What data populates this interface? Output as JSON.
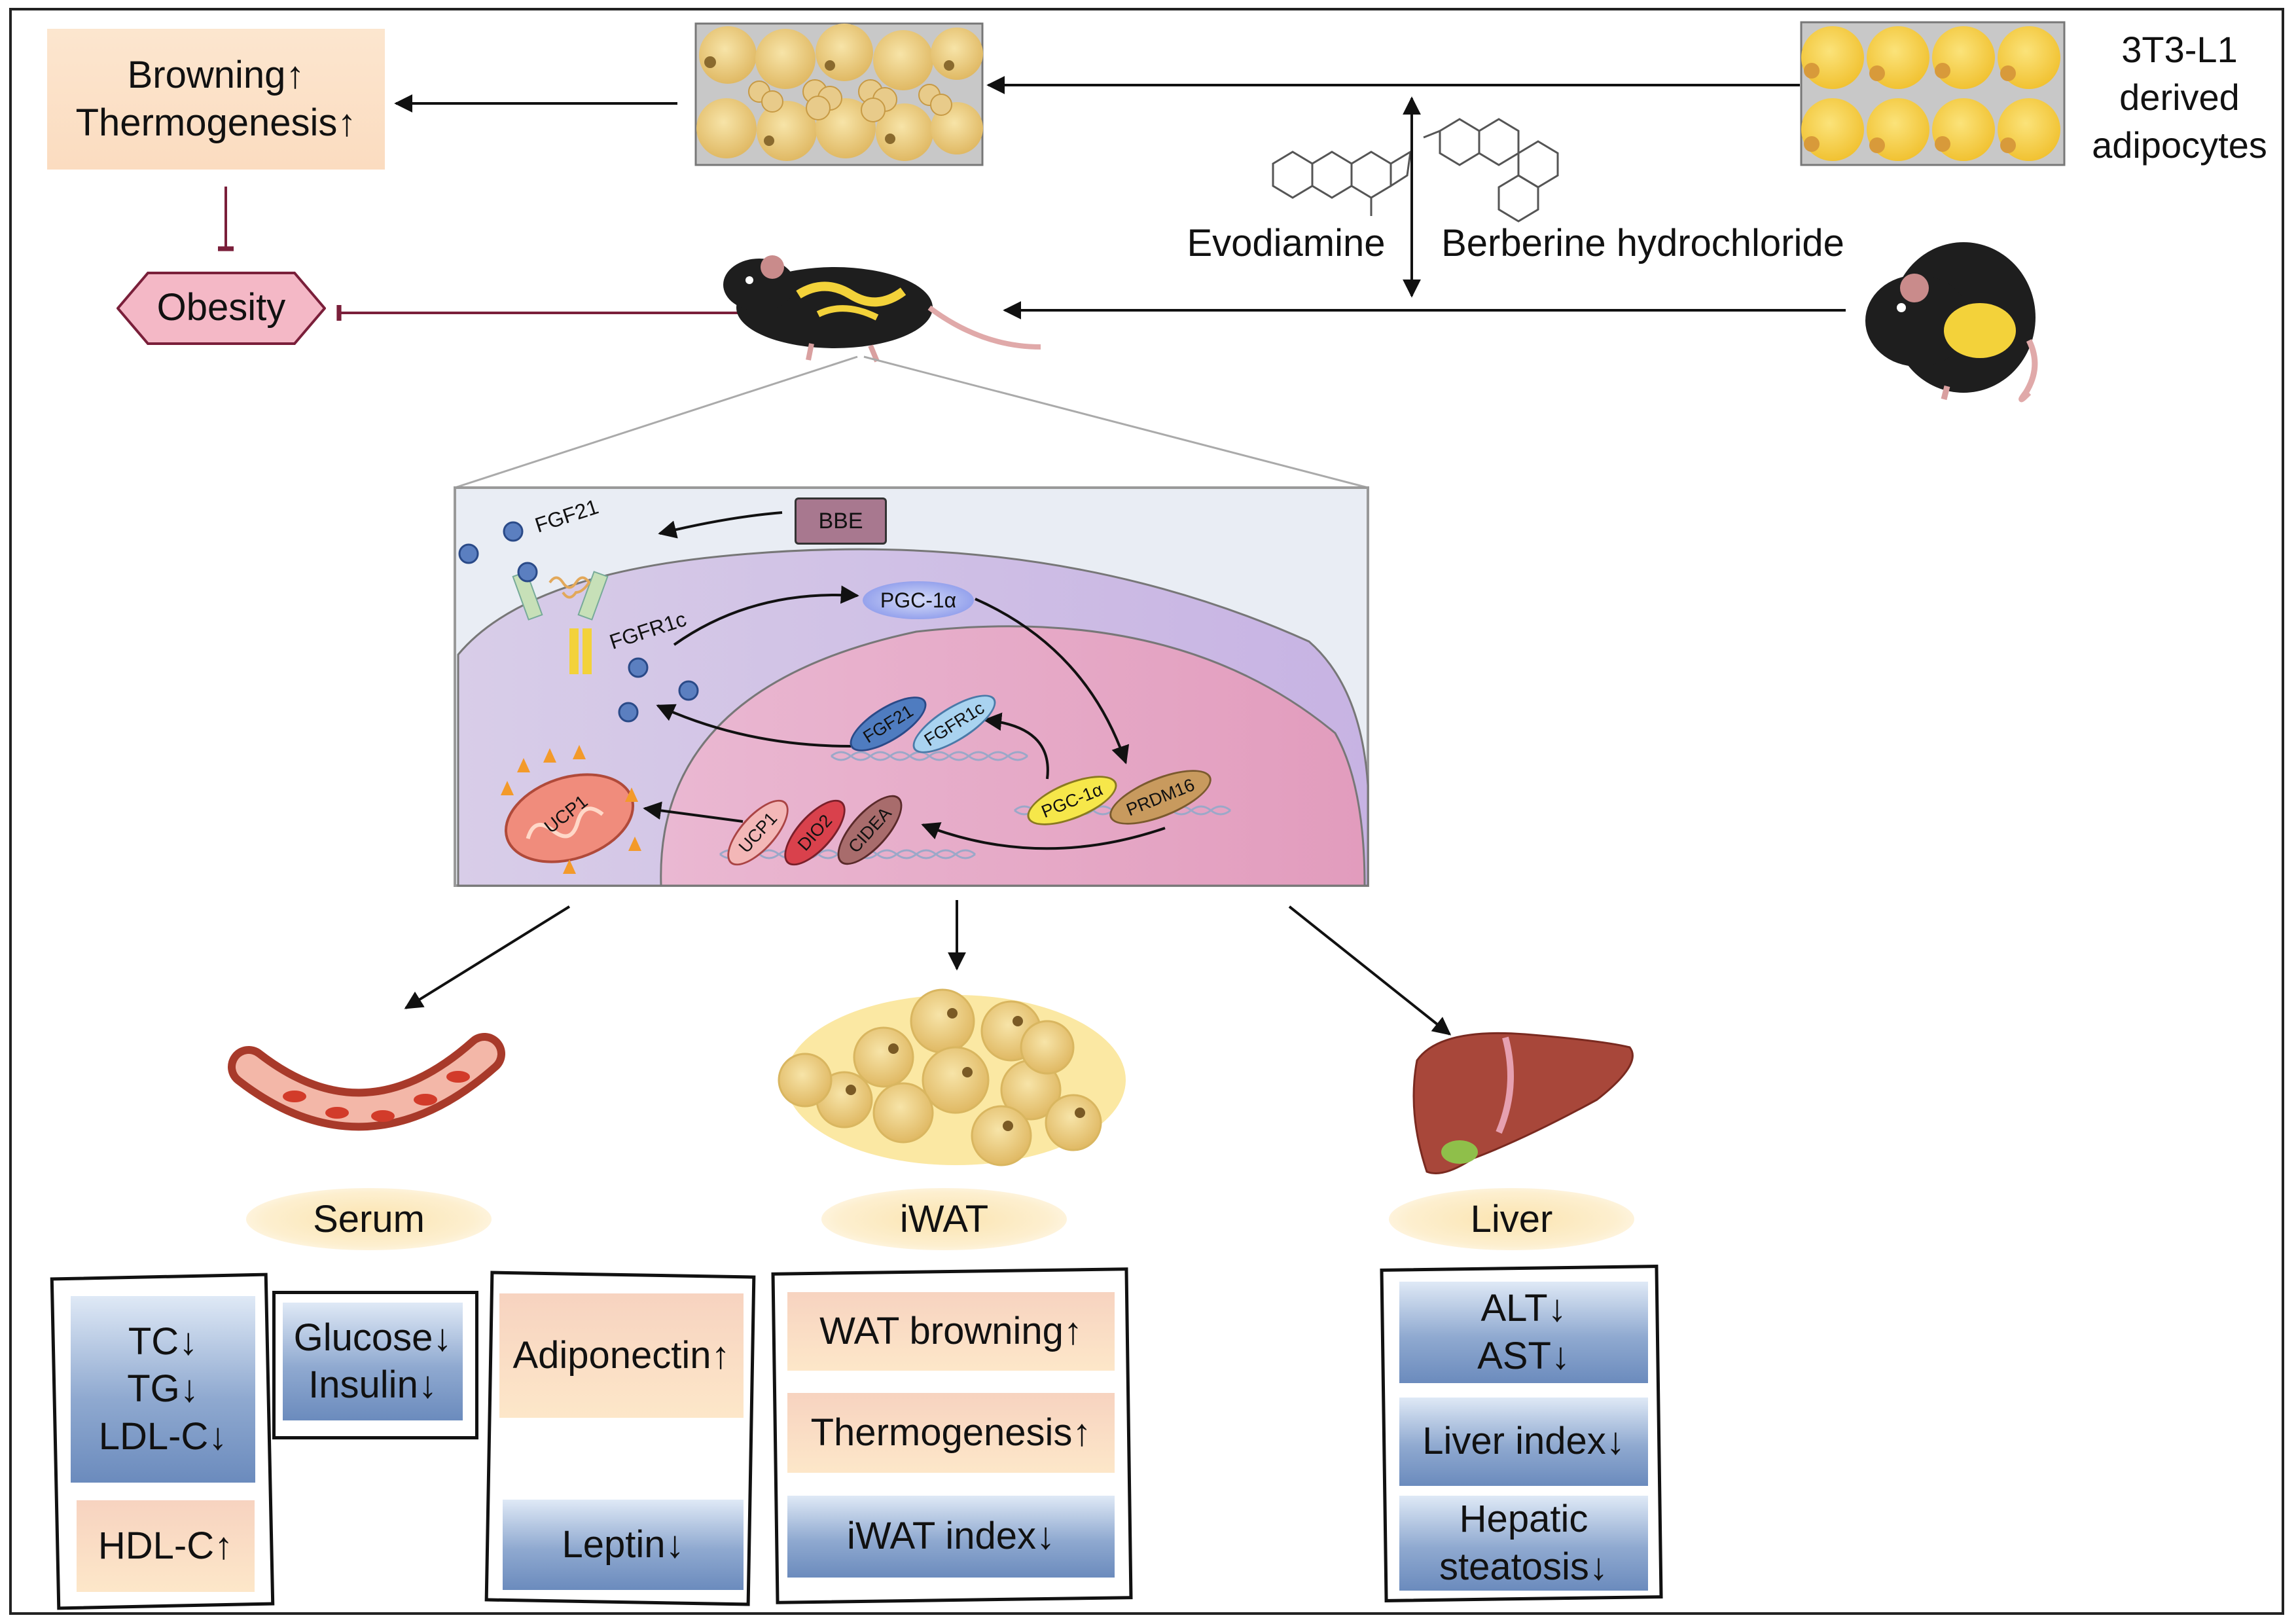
{
  "top": {
    "outcome_lines": [
      "Browning↑",
      "Thermogenesis↑"
    ],
    "obesity": "Obesity",
    "cell_line_lines": [
      "3T3-L1",
      "derived",
      "adipocytes"
    ],
    "compound_a": "Evodiamine",
    "compound_b": "Berberine hydrochloride"
  },
  "mechanism": {
    "fgf21": "FGF21",
    "fgfr1c": "FGFR1c",
    "bbe": "BBE",
    "pgc1a": "PGC-1α",
    "pgc1a_gene": "PGC-1α",
    "prdm16": "PRDM16",
    "fgf21_gene": "FGF21",
    "fgfr1c_gene": "FGFR1c",
    "ucp1_gene": "UCP1",
    "dio2": "DIO2",
    "cidea": "CIDEA",
    "ucp1_mito": "UCP1"
  },
  "tissues": {
    "serum": "Serum",
    "iwat": "iWAT",
    "liver": "Liver"
  },
  "serum_results": {
    "lipids": [
      "TC↓",
      "TG↓",
      "LDL-C↓"
    ],
    "hdl": "HDL-C↑",
    "glucose": [
      "Glucose↓",
      "Insulin↓"
    ],
    "adiponectin": "Adiponectin↑",
    "leptin": "Leptin↓"
  },
  "iwat_results": [
    "WAT browning↑",
    "Thermogenesis↑",
    "iWAT index↓"
  ],
  "liver_results": {
    "enzymes": [
      "ALT↓",
      "AST↓"
    ],
    "index": "Liver index↓",
    "steatosis": [
      "Hepatic",
      "steatosis↓"
    ]
  },
  "colors": {
    "blue_box": "#7d99c7",
    "peach_box": "#f9dcc4",
    "obesity_fill": "#f4b8c6",
    "panel_bg": "#e9edf4",
    "cytoplasm": "#cfc0e4",
    "nucleus": "#e5b3cc"
  }
}
